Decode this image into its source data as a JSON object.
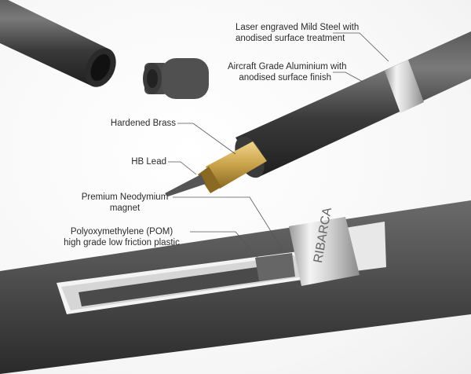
{
  "labels": {
    "laser": {
      "line1": "Laser engraved Mild Steel with",
      "line2": "anodised surface treatment"
    },
    "aluminium": {
      "line1": "Aircraft Grade Aluminium with",
      "line2": "anodised surface finish"
    },
    "brass": {
      "line1": "Hardened Brass"
    },
    "lead": {
      "line1": "HB Lead"
    },
    "magnet": {
      "line1": "Premium Neodymium",
      "line2": "magnet"
    },
    "pom": {
      "line1": "Polyoxymethylene (POM)",
      "line2": "high grade low friction plastic"
    }
  },
  "ring_engraving": "RIBARCA",
  "colors": {
    "barrel": "#3a3a3a",
    "steel_ring": "#d8d8d8",
    "brass": "#c9a24a",
    "lead": "#4a4a4a",
    "leader_line": "#555555"
  }
}
